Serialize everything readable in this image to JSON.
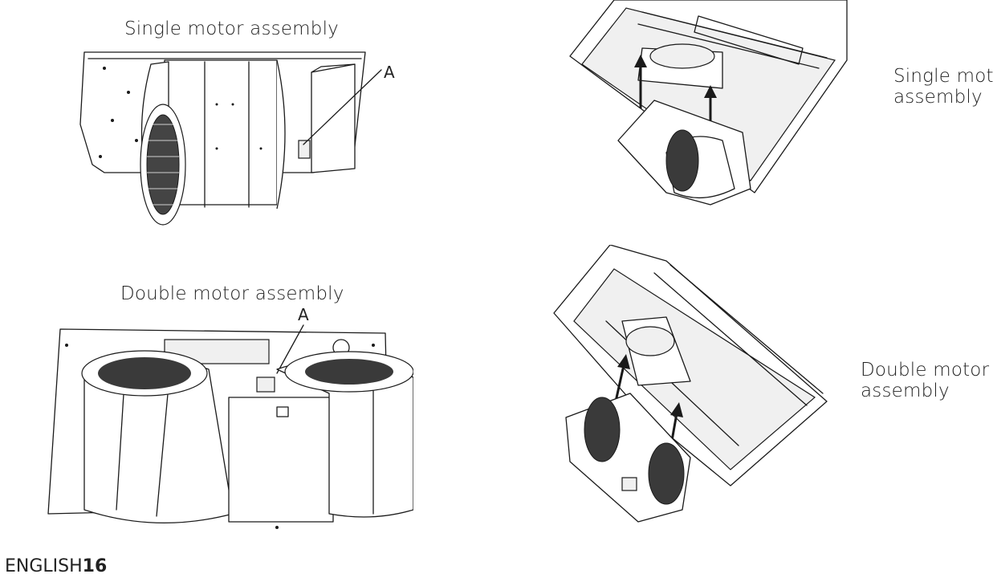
{
  "figures": {
    "single_left_caption": "Single motor assembly",
    "single_left_callout": "A",
    "double_left_caption": "Double motor assembly",
    "double_left_callout": "A",
    "single_right_label_line1": "Single mot",
    "single_right_label_line2": "assembly",
    "double_right_label_line1": "Double motor",
    "double_right_label_line2": "assembly"
  },
  "footer": {
    "language": "ENGLISH",
    "page_number": "16"
  }
}
